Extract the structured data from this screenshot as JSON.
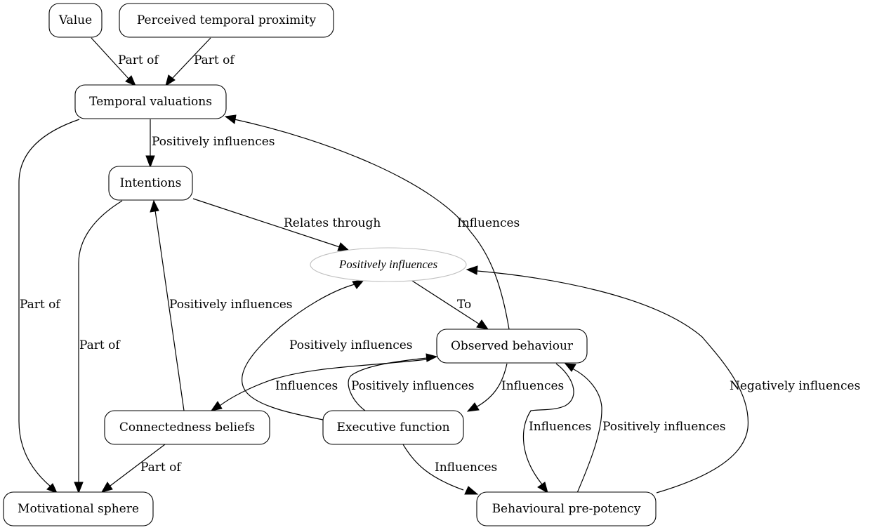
{
  "diagram": {
    "type": "directed-graph",
    "nodes": {
      "value": "Value",
      "proximity": "Perceived temporal proximity",
      "temporal": "Temporal valuations",
      "intentions": "Intentions",
      "pi_node": "Positively influences",
      "observed": "Observed behaviour",
      "connectedness": "Connectedness beliefs",
      "executive": "Executive function",
      "motivational": "Motivational sphere",
      "prepotency": "Behavioural pre-potency"
    },
    "edges": [
      {
        "from": "value",
        "to": "temporal",
        "label": "Part of"
      },
      {
        "from": "proximity",
        "to": "temporal",
        "label": "Part of"
      },
      {
        "from": "temporal",
        "to": "intentions",
        "label": "Positively influences"
      },
      {
        "from": "temporal",
        "to": "motivational",
        "label": "Part of"
      },
      {
        "from": "intentions",
        "to": "pi_node",
        "label": "Relates through"
      },
      {
        "from": "intentions",
        "to": "motivational",
        "label": "Part of"
      },
      {
        "from": "observed",
        "to": "temporal",
        "label": "Influences"
      },
      {
        "from": "pi_node",
        "to": "observed",
        "label": "To"
      },
      {
        "from": "connectedness",
        "to": "intentions",
        "label": "Positively influences"
      },
      {
        "from": "executive",
        "to": "pi_node",
        "label": "Positively influences"
      },
      {
        "from": "observed",
        "to": "connectedness",
        "label": "Influences"
      },
      {
        "from": "executive",
        "to": "observed",
        "label": "Positively influences"
      },
      {
        "from": "observed",
        "to": "executive",
        "label": "Influences"
      },
      {
        "from": "observed",
        "to": "prepotency",
        "label": "Influences"
      },
      {
        "from": "prepotency",
        "to": "observed",
        "label": "Positively influences"
      },
      {
        "from": "prepotency",
        "to": "pi_node",
        "label": "Negatively influences"
      },
      {
        "from": "connectedness",
        "to": "motivational",
        "label": "Part of"
      },
      {
        "from": "executive",
        "to": "prepotency",
        "label": "Influences"
      }
    ]
  }
}
